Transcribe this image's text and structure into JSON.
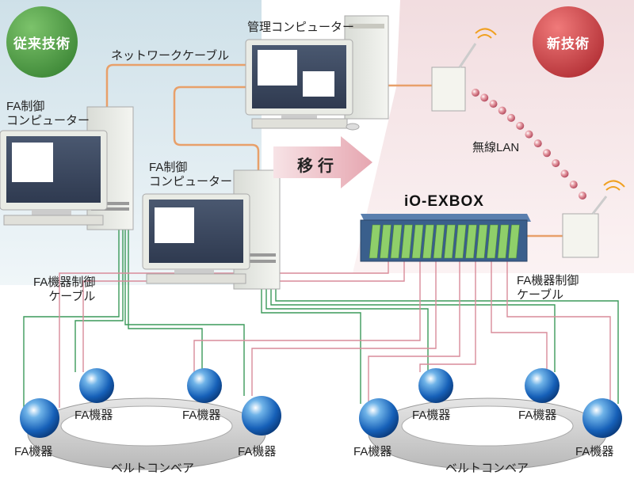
{
  "badges": {
    "legacy": {
      "text": "従来技術",
      "color": "#3f8f3a"
    },
    "new": {
      "text": "新技術",
      "color": "#c23a3e"
    }
  },
  "labels": {
    "management_pc": "管理コンピューター",
    "network_cable": "ネットワークケーブル",
    "fa_pc_1": "FA制御\nコンピューター",
    "fa_pc_2": "FA制御\nコンピューター",
    "migrate": "移行",
    "wireless": "無線LAN",
    "io_exbox": "iO-EXBOX",
    "fa_cable_left": "FA機器制御\nケーブル",
    "fa_cable_right": "FA機器制御\nケーブル",
    "conveyor_left": "ベルトコンベア",
    "conveyor_right": "ベルトコンベア"
  },
  "devices": {
    "left": [
      "FA機器",
      "FA機器",
      "FA機器",
      "FA機器"
    ],
    "right": [
      "FA機器",
      "FA機器",
      "FA機器",
      "FA機器"
    ]
  },
  "colors": {
    "network_cable": "#e8a06a",
    "green_cable": "#3c9a5a",
    "pink_cable": "#d98c9a",
    "box_body": "#3a5f8c",
    "box_slots": "#8fcf6a"
  }
}
